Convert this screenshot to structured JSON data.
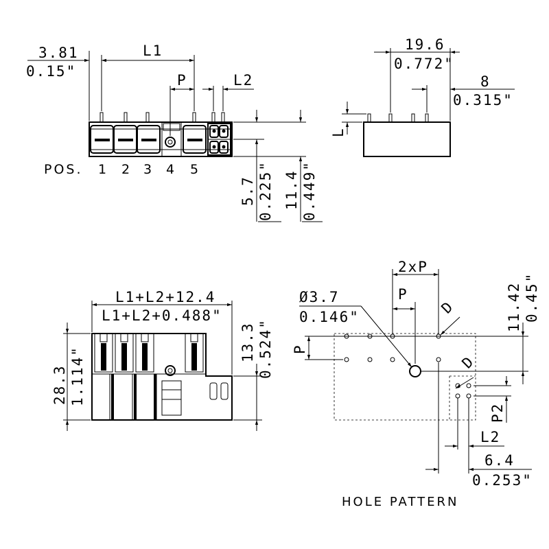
{
  "front_view": {
    "offset_mm": "3.81",
    "offset_in": "0.15\"",
    "l1": "L1",
    "p": "P",
    "l2": "L2",
    "pos_label": "POS.",
    "positions": [
      "1",
      "2",
      "3",
      "4",
      "5"
    ],
    "height_mm": "5.7",
    "height_in": "0.225\"",
    "total_height_mm": "11.4",
    "total_height_in": "0.449\""
  },
  "side_view": {
    "depth_mm": "19.6",
    "depth_in": "0.772\"",
    "pin_offset_mm": "8",
    "pin_offset_in": "0.315\"",
    "pin_length": "L"
  },
  "top_view": {
    "width_mm": "L1+L2+12.4",
    "width_in": "L1+L2+0.488\"",
    "height_mm": "28.3",
    "height_in": "1.114\"",
    "step_mm": "13.3",
    "step_in": "0.524\""
  },
  "hole_pattern": {
    "title": "HOLE PATTERN",
    "spacing": "2xP",
    "p_horizontal": "P",
    "p_vertical": "P",
    "hole_dia_mm": "Ø3.7",
    "hole_dia_in": "0.146\"",
    "pin_dia_1": "D",
    "pin_dia_2": "D",
    "offset_mm": "11.42",
    "offset_in": "0.45\"",
    "p2": "P2",
    "l2": "L2",
    "width_mm": "6.4",
    "width_in": "0.253\""
  }
}
